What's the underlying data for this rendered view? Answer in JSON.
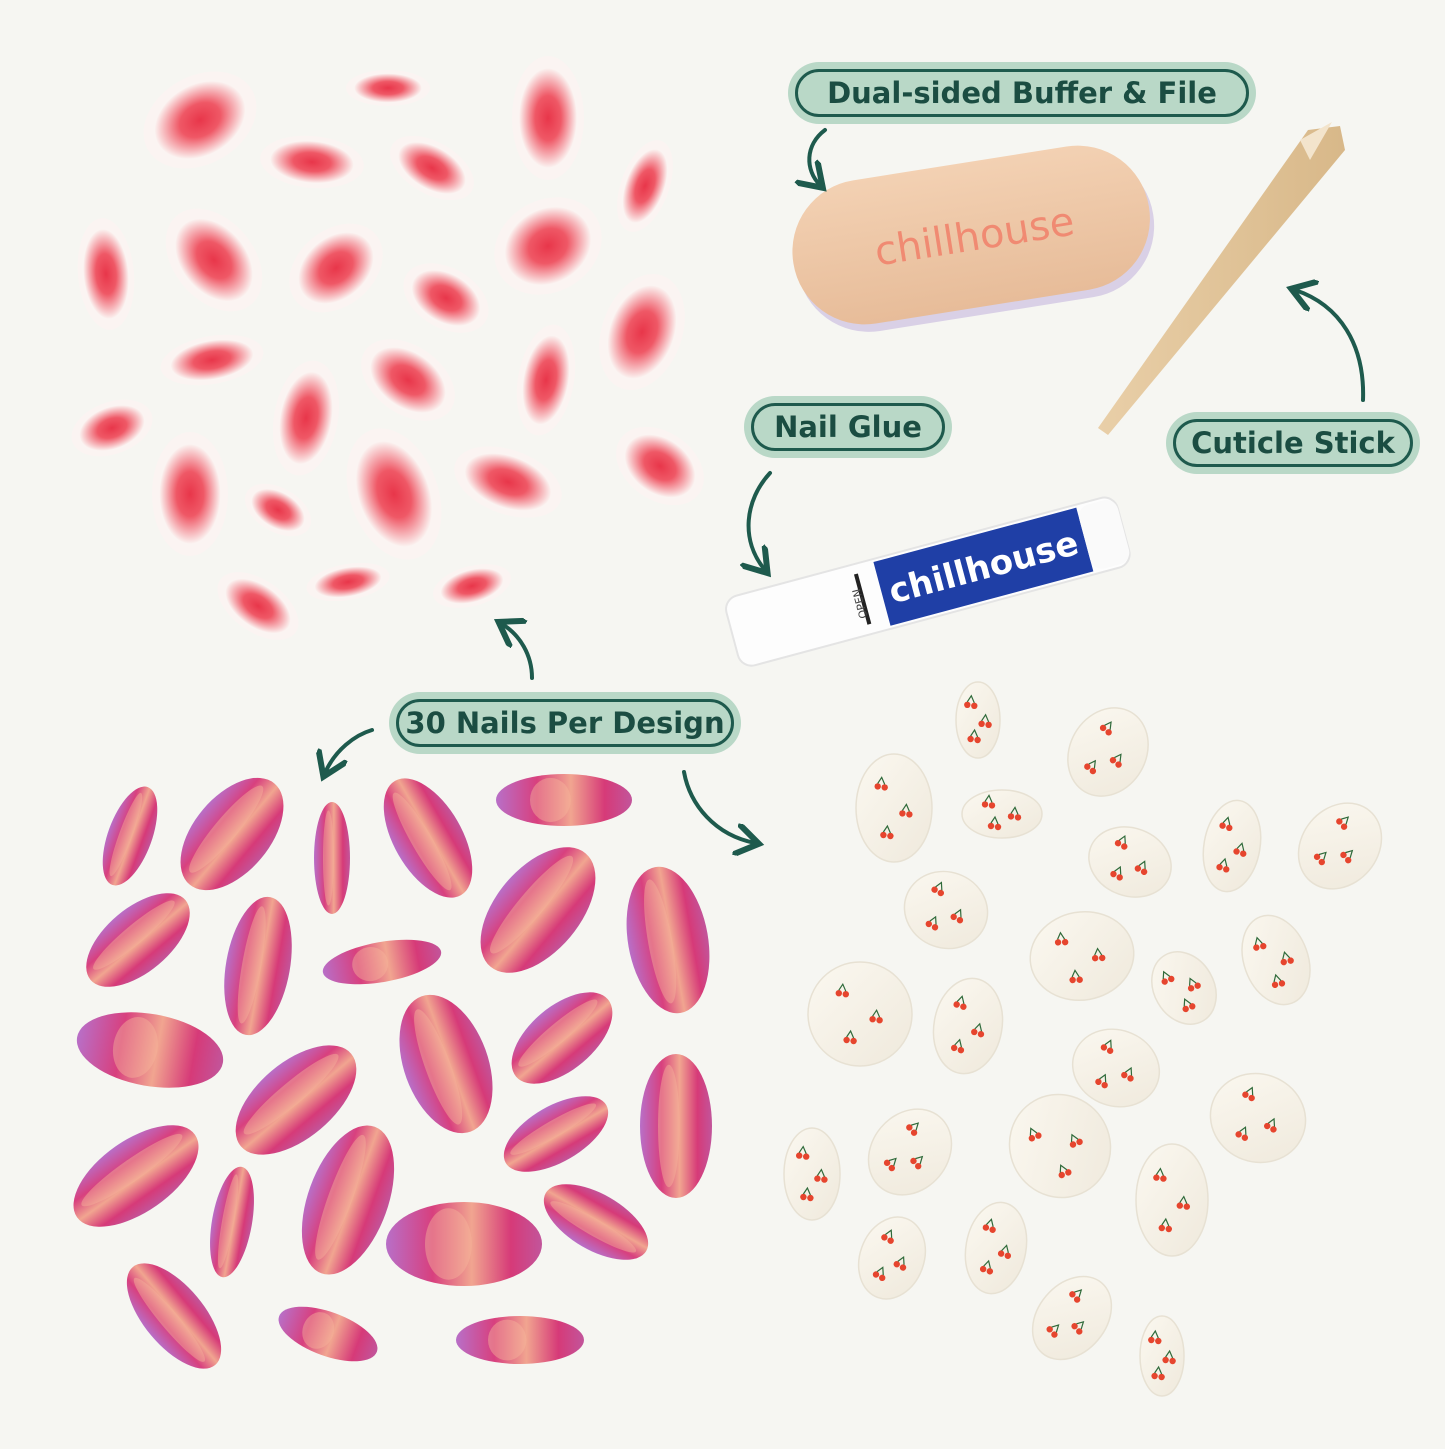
{
  "labels": {
    "buffer": "Dual-sided Buffer & File",
    "glue": "Nail Glue",
    "stick": "Cuticle Stick",
    "nails": "30 Nails Per Design"
  },
  "products": {
    "buffer_brand": "chillhouse",
    "glue_brand": "chillhouse",
    "glue_cap_text": "OPEN"
  },
  "colors": {
    "background": "#f6f6f2",
    "label_fill": "#b9d8c7",
    "label_border": "#1e5a4d",
    "arrow": "#1e5a4d",
    "buffer": "#efc7a6",
    "buffer_text": "#f08a72",
    "glue_band": "#1f3fa6",
    "red_nail": "#e8364a",
    "pink_nail": "#d63a78",
    "cherry": "#e6452e"
  }
}
